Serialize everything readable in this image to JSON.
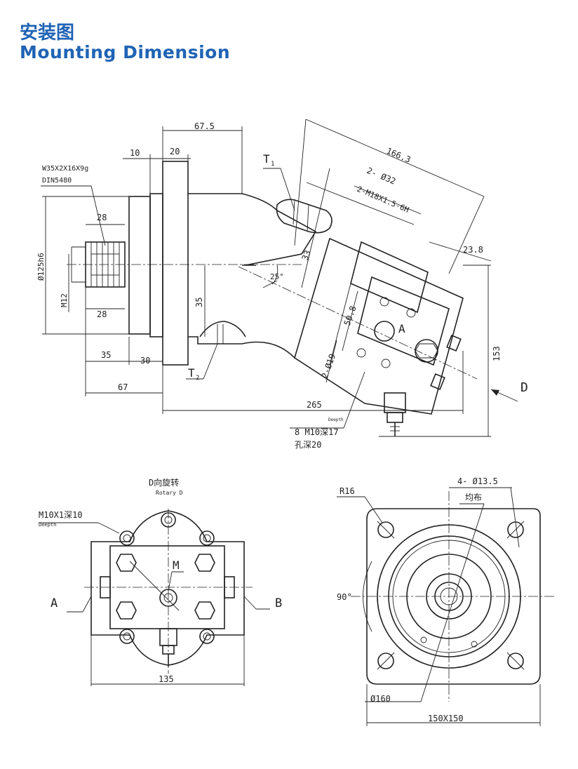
{
  "header": {
    "title_cn": "安装图",
    "title_en": "Mounting Dimension"
  },
  "side_view": {
    "dim_67_5": "67.5",
    "dim_10": "10",
    "dim_20": "20",
    "dim_166_3": "166.3",
    "dim_2_d32": "2- Ø32",
    "dim_thread": "2-M18X1.5-6H",
    "dim_23_8": "23.8",
    "dim_33": "33",
    "dim_25deg": "25°",
    "dim_35": "35",
    "dim_50_8": "50.8",
    "dim_2_d19": "2-Ø19",
    "dim_153": "153",
    "dim_265": "265",
    "dim_28_top": "28",
    "dim_28_bot": "28",
    "dim_d125": "Ø125h6",
    "dim_m12": "M12",
    "dim_35_bottom": "35",
    "dim_30": "30",
    "dim_67": "67",
    "spline_1": "W35X2X16X9g",
    "spline_2": "DIN5480",
    "label_t1": "T",
    "label_t1_sub": "1",
    "label_t2": "T",
    "label_t2_sub": "2",
    "port_a": "A",
    "view_d": "D",
    "note_depth_small": "Deepth",
    "note_holes": "8 M10深17",
    "note_hole_depth": "孔深20"
  },
  "bottom_left_view": {
    "title": "D向旋转",
    "title_sub": "Rotary D",
    "thread_note": "M10X1深10",
    "thread_note_sub": "Deepth",
    "port_m": "M",
    "port_a": "A",
    "port_b": "B",
    "dim_135": "135"
  },
  "bottom_right_view": {
    "dim_r16": "R16",
    "dim_4_holes": "4- Ø13.5",
    "note_even": "均布",
    "angle_90": "90°",
    "dim_d160": "Ø160",
    "dim_150x150": "150X150"
  }
}
